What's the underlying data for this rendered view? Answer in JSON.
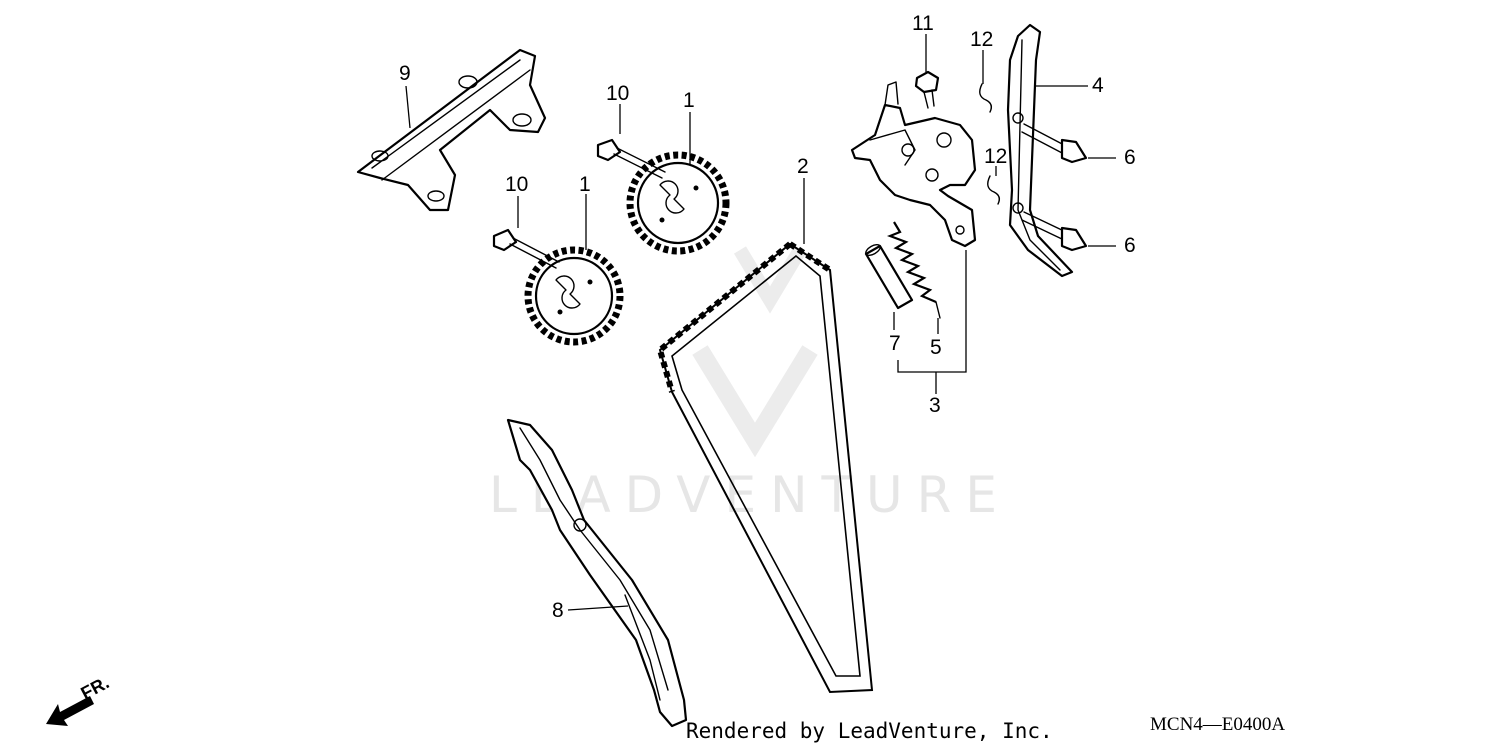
{
  "watermark": "LEADVENTURE",
  "footer": {
    "rendered_by": "Rendered by LeadVenture, Inc.",
    "diagram_code": "MCN4—E0400A"
  },
  "direction_label": "FR.",
  "callouts": [
    {
      "id": "c9",
      "label": "9"
    },
    {
      "id": "c10a",
      "label": "10"
    },
    {
      "id": "c1a",
      "label": "1"
    },
    {
      "id": "c10b",
      "label": "10"
    },
    {
      "id": "c1b",
      "label": "1"
    },
    {
      "id": "c2",
      "label": "2"
    },
    {
      "id": "c11",
      "label": "11"
    },
    {
      "id": "c12a",
      "label": "12"
    },
    {
      "id": "c4",
      "label": "4"
    },
    {
      "id": "c6a",
      "label": "6"
    },
    {
      "id": "c12b",
      "label": "12"
    },
    {
      "id": "c6b",
      "label": "6"
    },
    {
      "id": "c7",
      "label": "7"
    },
    {
      "id": "c5",
      "label": "5"
    },
    {
      "id": "c3",
      "label": "3"
    },
    {
      "id": "c8",
      "label": "8"
    }
  ]
}
